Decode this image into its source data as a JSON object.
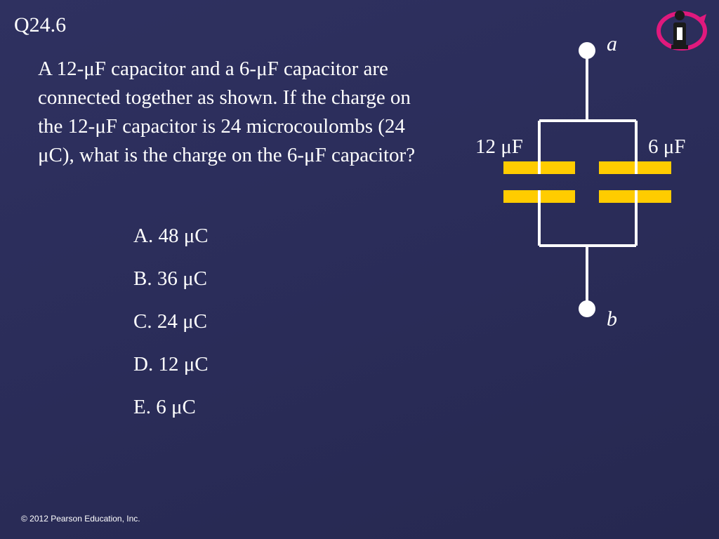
{
  "slide": {
    "id": "Q24.6",
    "question": "A 12-μF capacitor and a 6-μF capacitor are connected together as shown. If the charge on the 12-μF capacitor is 24 microcoulombs (24 μC), what is the charge on the 6-μF capacitor?",
    "choices": [
      "A. 48 μC",
      "B. 36 μC",
      "C. 24 μC",
      "D. 12 μC",
      "E. 6 μC"
    ],
    "footer": "© 2012 Pearson Education, Inc."
  },
  "circuit": {
    "terminal_top": "a",
    "terminal_bottom": "b",
    "left_capacitor": "12 μF",
    "right_capacitor": "6 μF",
    "wire_color": "#ffffff",
    "plate_color": "#ffcc00"
  },
  "logo": {
    "icon": "info-person-icon",
    "color": "#e0197d"
  }
}
